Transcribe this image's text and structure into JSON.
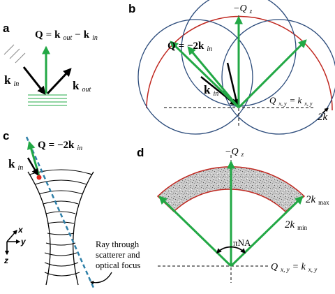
{
  "colors": {
    "green": "#22a845",
    "red": "#c0271f",
    "blue": "#2a4a7a",
    "dashed_blue": "#2d7fa8",
    "black": "#000000"
  },
  "panels": {
    "a": {
      "letter": "a",
      "eq_Q": "Q",
      "eq_equals": "=",
      "eq_k1": "k",
      "eq_out": "out",
      "eq_minus": "−",
      "eq_k2": "k",
      "eq_in": "in",
      "label_kin": "k",
      "label_kin_sub": "in",
      "label_kout": "k",
      "label_kout_sub": "out"
    },
    "b": {
      "letter": "b",
      "top_label": "−Q",
      "top_label_sub": "z",
      "eq_Q": "Q",
      "eq_rest": "= −2k",
      "eq_sub": "in",
      "label_kin": "k",
      "label_kin_sub": "in",
      "qxy": "Q",
      "qxy_sub": "x, y",
      "qxy_eq": "= k",
      "qxy_eq_sub": "x, y",
      "radius_label": "2k"
    },
    "c": {
      "letter": "c",
      "eq_Q": "Q",
      "eq_rest": "= −2k",
      "eq_sub": "in",
      "label_kin": "k",
      "label_kin_sub": "in",
      "axis_x": "x",
      "axis_y": "y",
      "axis_z": "z",
      "caption_line1": "Ray through",
      "caption_line2": "scatterer and",
      "caption_line3": "optical focus"
    },
    "d": {
      "letter": "d",
      "top_label": "−Q",
      "top_label_sub": "z",
      "kmax": "2k",
      "kmax_sub": "max",
      "kmin": "2k",
      "kmin_sub": "min",
      "angle": "πNA",
      "qxy": "Q",
      "qxy_sub": "x, y",
      "qxy_eq": "= k",
      "qxy_eq_sub": "x, y"
    }
  }
}
